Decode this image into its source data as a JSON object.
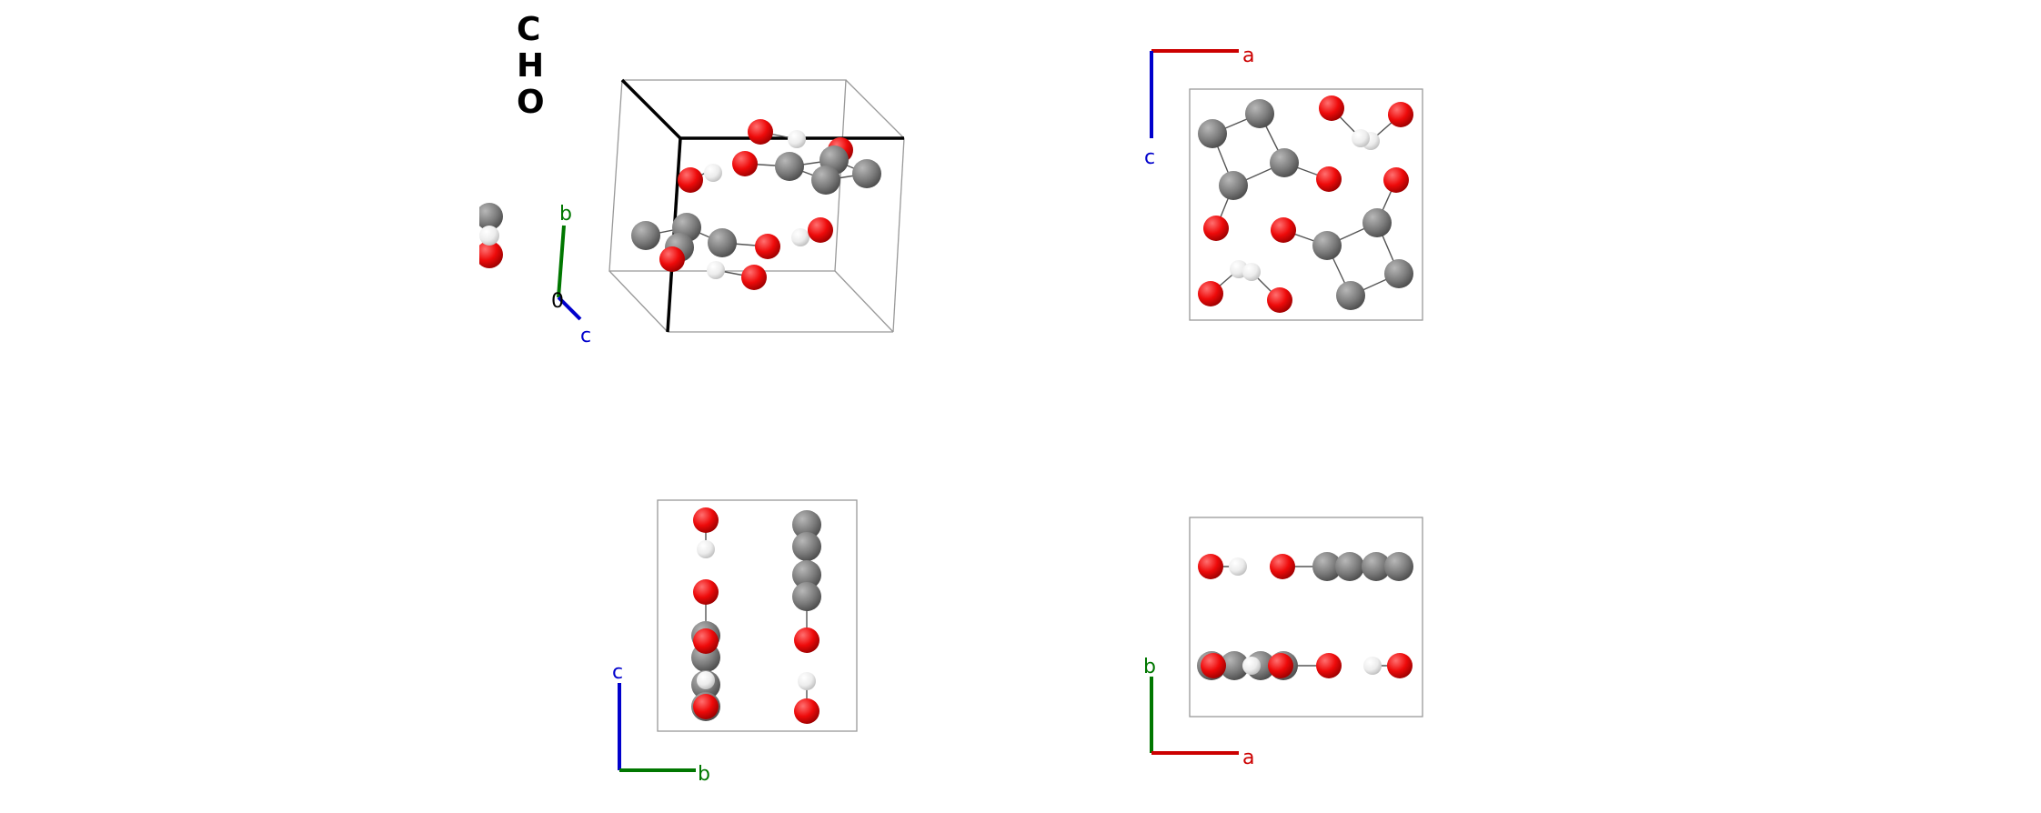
{
  "element_legend": [
    "C",
    "H",
    "O"
  ],
  "element_colors": {
    "C": "#808080",
    "H": "#f2f2f2",
    "O": "#ff0d0d"
  },
  "axis_colors": {
    "a": "#cc0000",
    "b": "#007700",
    "c": "#0000cc",
    "origin": "#000000"
  },
  "views": {
    "perspective": {
      "axis_labels": [
        "b",
        "c"
      ],
      "origin_label": "0"
    },
    "top_right": {
      "axis_labels": [
        "a",
        "c"
      ]
    },
    "bottom_left": {
      "axis_labels": [
        "c",
        "b"
      ]
    },
    "bottom_right": {
      "axis_labels": [
        "b",
        "a"
      ]
    }
  }
}
